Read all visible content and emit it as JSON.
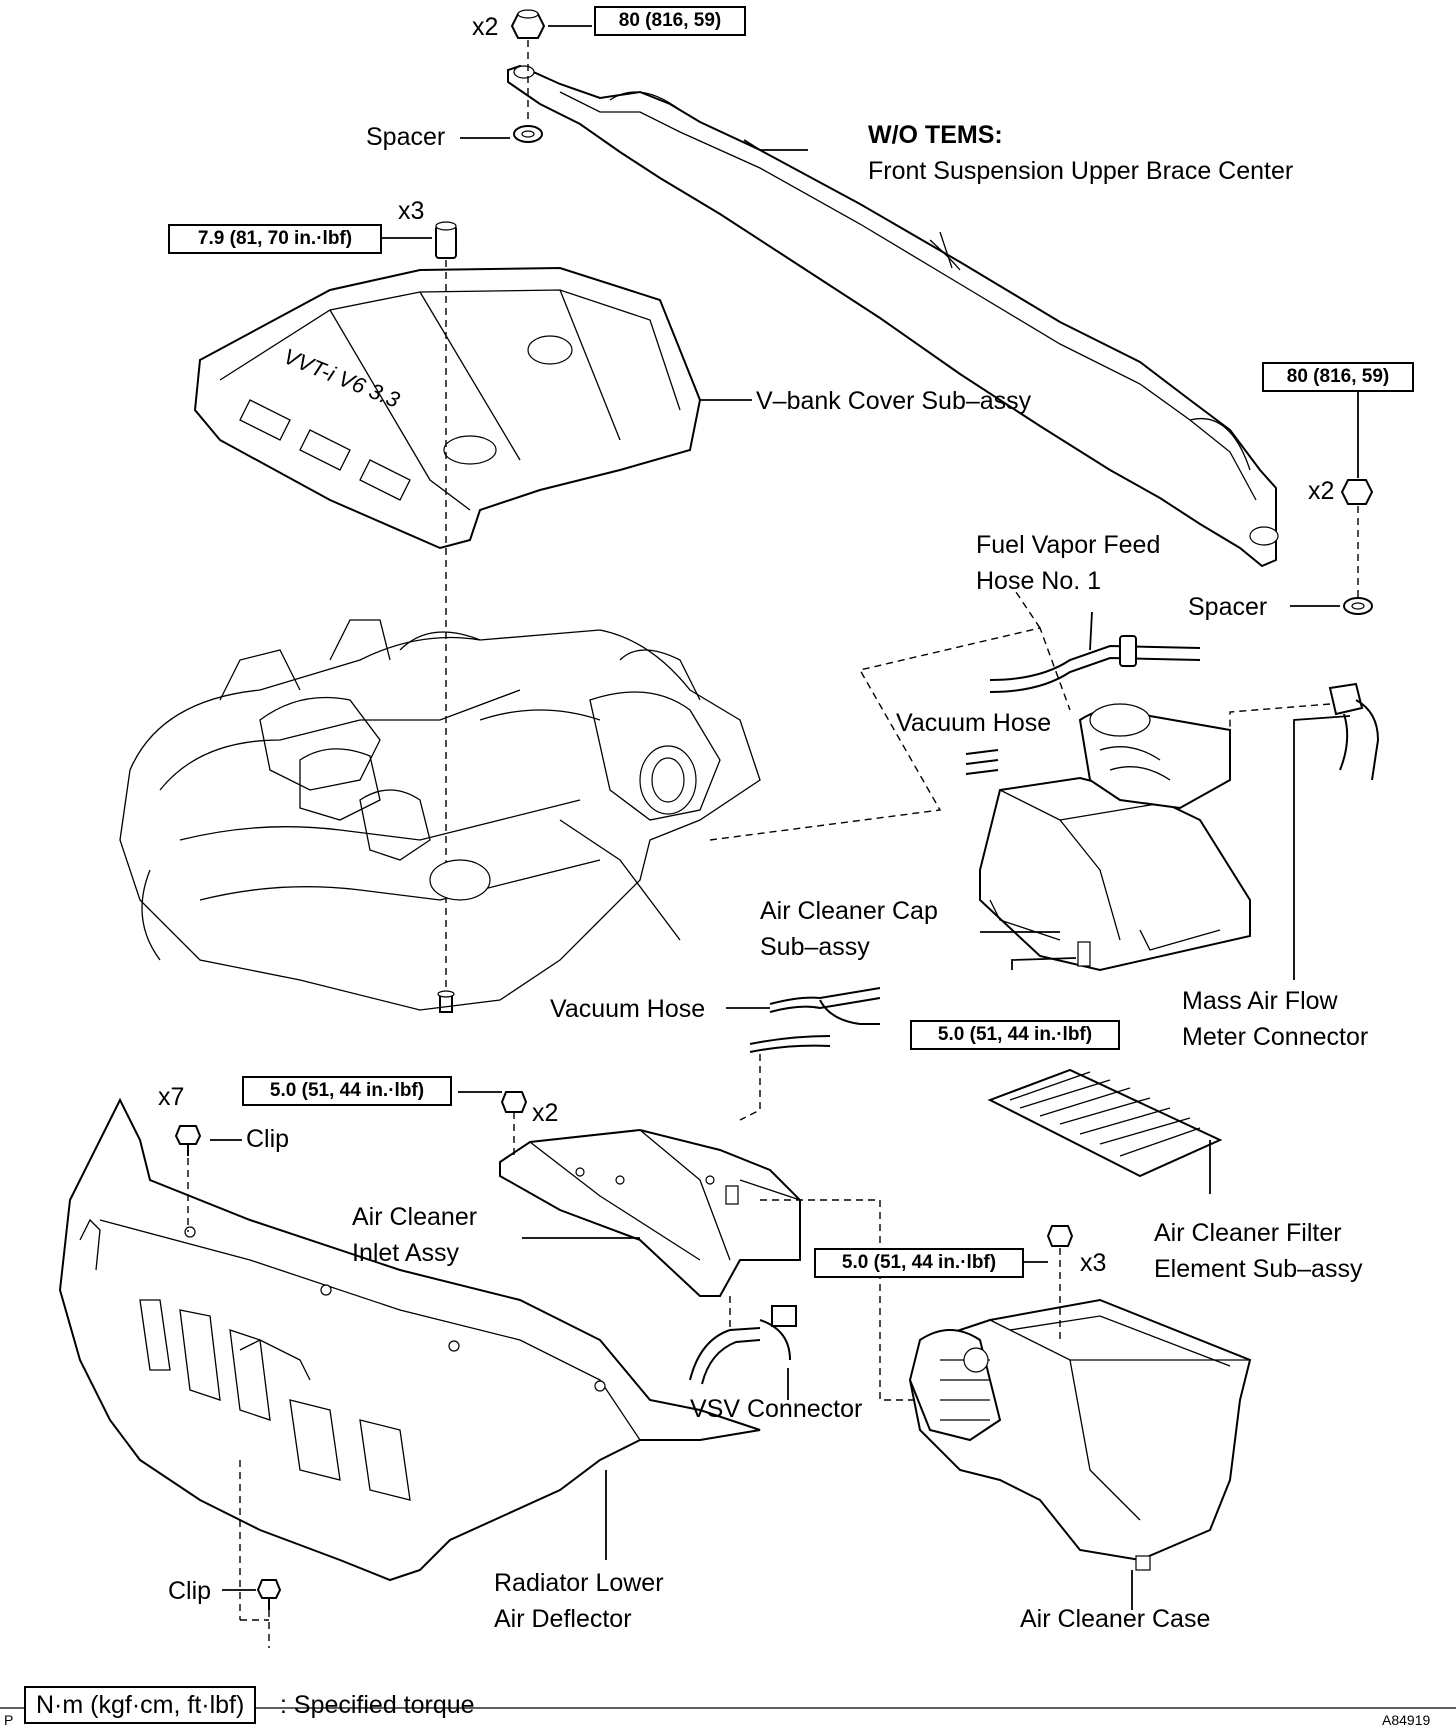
{
  "labels": {
    "spacer_top": "Spacer",
    "wo_tems": "W/O TEMS:",
    "upper_brace": "Front Suspension Upper Brace Center",
    "vbank_cover": "V–bank Cover Sub–assy",
    "fuel_vapor_1": "Fuel Vapor Feed",
    "fuel_vapor_2": "Hose No. 1",
    "spacer_right": "Spacer",
    "vacuum_hose_upper": "Vacuum Hose",
    "air_cleaner_cap_1": "Air Cleaner Cap",
    "air_cleaner_cap_2": "Sub–assy",
    "vacuum_hose_lower": "Vacuum Hose",
    "mass_air_flow_1": "Mass Air Flow",
    "mass_air_flow_2": "Meter Connector",
    "clip_upper": "Clip",
    "air_cleaner_inlet_1": "Air Cleaner",
    "air_cleaner_inlet_2": "Inlet Assy",
    "filter_element_1": "Air Cleaner Filter",
    "filter_element_2": "Element Sub–assy",
    "vsv_connector": "VSV Connector",
    "radiator_deflector_1": "Radiator Lower",
    "radiator_deflector_2": "Air Deflector",
    "clip_lower": "Clip",
    "air_cleaner_case": "Air Cleaner Case"
  },
  "quantities": {
    "top_nut": "x2",
    "cover_nut": "x3",
    "right_nut": "x2",
    "clip": "x7",
    "inlet_bolt": "x2",
    "case_bolt": "x3"
  },
  "torques": {
    "top_brace": "80 (816, 59)",
    "cover": "7.9 (81, 70 in.·lbf)",
    "right_brace": "80 (816, 59)",
    "cap": "5.0 (51, 44 in.·lbf)",
    "inlet": "5.0 (51, 44 in.·lbf)",
    "case": "5.0 (51, 44 in.·lbf)"
  },
  "legend": {
    "unit_box": "N·m (kgf·cm, ft·lbf)",
    "meaning": ": Specified torque"
  },
  "footer": {
    "left_code": "P",
    "figure_id": "A84919"
  }
}
